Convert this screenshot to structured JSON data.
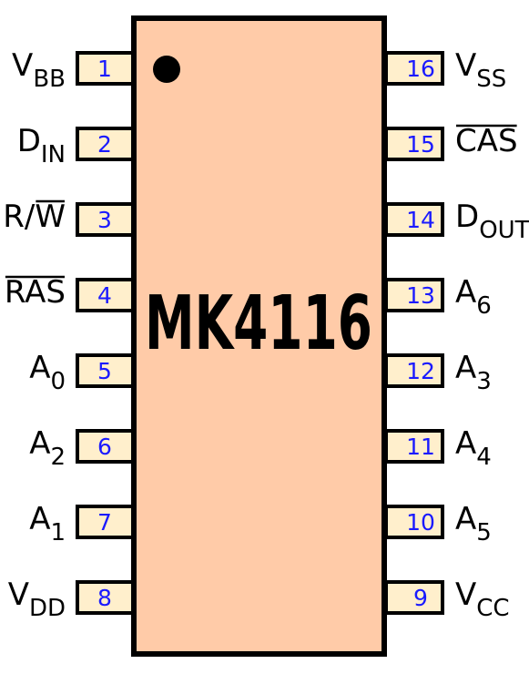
{
  "chip": {
    "name": "MK4116",
    "body_color": "#ffcba8",
    "pin_color": "#ffefcc",
    "pin_number_color": "#1a1aff"
  },
  "pins": [
    {
      "num": "1",
      "side": "left",
      "main": "V",
      "sub": "BB",
      "overbar": false
    },
    {
      "num": "2",
      "side": "left",
      "main": "D",
      "sub": "IN",
      "overbar": false
    },
    {
      "num": "3",
      "side": "left",
      "main": "R/",
      "bar": "W",
      "sub": "",
      "overbar": false,
      "partial_bar": true
    },
    {
      "num": "4",
      "side": "left",
      "main": "RAS",
      "sub": "",
      "overbar": true
    },
    {
      "num": "5",
      "side": "left",
      "main": "A",
      "sub": "0",
      "overbar": false
    },
    {
      "num": "6",
      "side": "left",
      "main": "A",
      "sub": "2",
      "overbar": false
    },
    {
      "num": "7",
      "side": "left",
      "main": "A",
      "sub": "1",
      "overbar": false
    },
    {
      "num": "8",
      "side": "left",
      "main": "V",
      "sub": "DD",
      "overbar": false
    },
    {
      "num": "16",
      "side": "right",
      "main": "V",
      "sub": "SS",
      "overbar": false
    },
    {
      "num": "15",
      "side": "right",
      "main": "CAS",
      "sub": "",
      "overbar": true
    },
    {
      "num": "14",
      "side": "right",
      "main": "D",
      "sub": "OUT",
      "overbar": false
    },
    {
      "num": "13",
      "side": "right",
      "main": "A",
      "sub": "6",
      "overbar": false
    },
    {
      "num": "12",
      "side": "right",
      "main": "A",
      "sub": "3",
      "overbar": false
    },
    {
      "num": "11",
      "side": "right",
      "main": "A",
      "sub": "4",
      "overbar": false
    },
    {
      "num": "10",
      "side": "right",
      "main": "A",
      "sub": "5",
      "overbar": false
    },
    {
      "num": "9",
      "side": "right",
      "main": "V",
      "sub": "CC",
      "overbar": false
    }
  ]
}
